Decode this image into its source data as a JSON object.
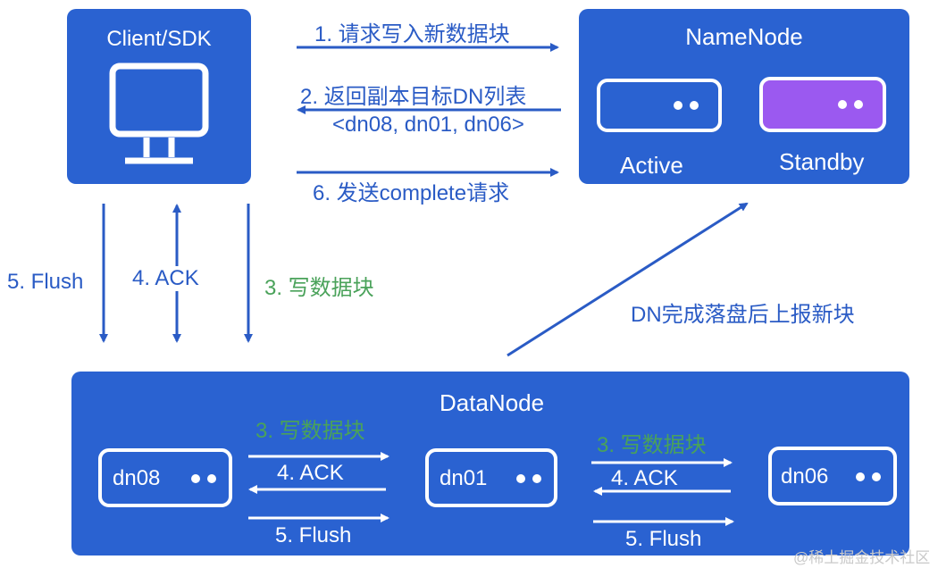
{
  "client": {
    "title": "Client/SDK"
  },
  "namenode": {
    "title": "NameNode",
    "active_label": "Active",
    "standby_label": "Standby"
  },
  "datanode": {
    "title": "DataNode"
  },
  "nodes": {
    "dn08": "dn08",
    "dn01": "dn01",
    "dn06": "dn06"
  },
  "steps": {
    "request_write": "1. 请求写入新数据块",
    "return_list": "2. 返回副本目标DN列表",
    "dn_list": "<dn08, dn01, dn06>",
    "send_complete": "6. 发送complete请求",
    "flush": "5. Flush",
    "ack": "4. ACK",
    "write_block": "3. 写数据块",
    "report": "DN完成落盘后上报新块"
  },
  "watermark": "@稀土掘金技术社区",
  "colors": {
    "box_blue": "#2a62d1",
    "standby_purple": "#9b59f0",
    "text_blue": "#2a5bc5",
    "text_green": "#4aa25a"
  }
}
